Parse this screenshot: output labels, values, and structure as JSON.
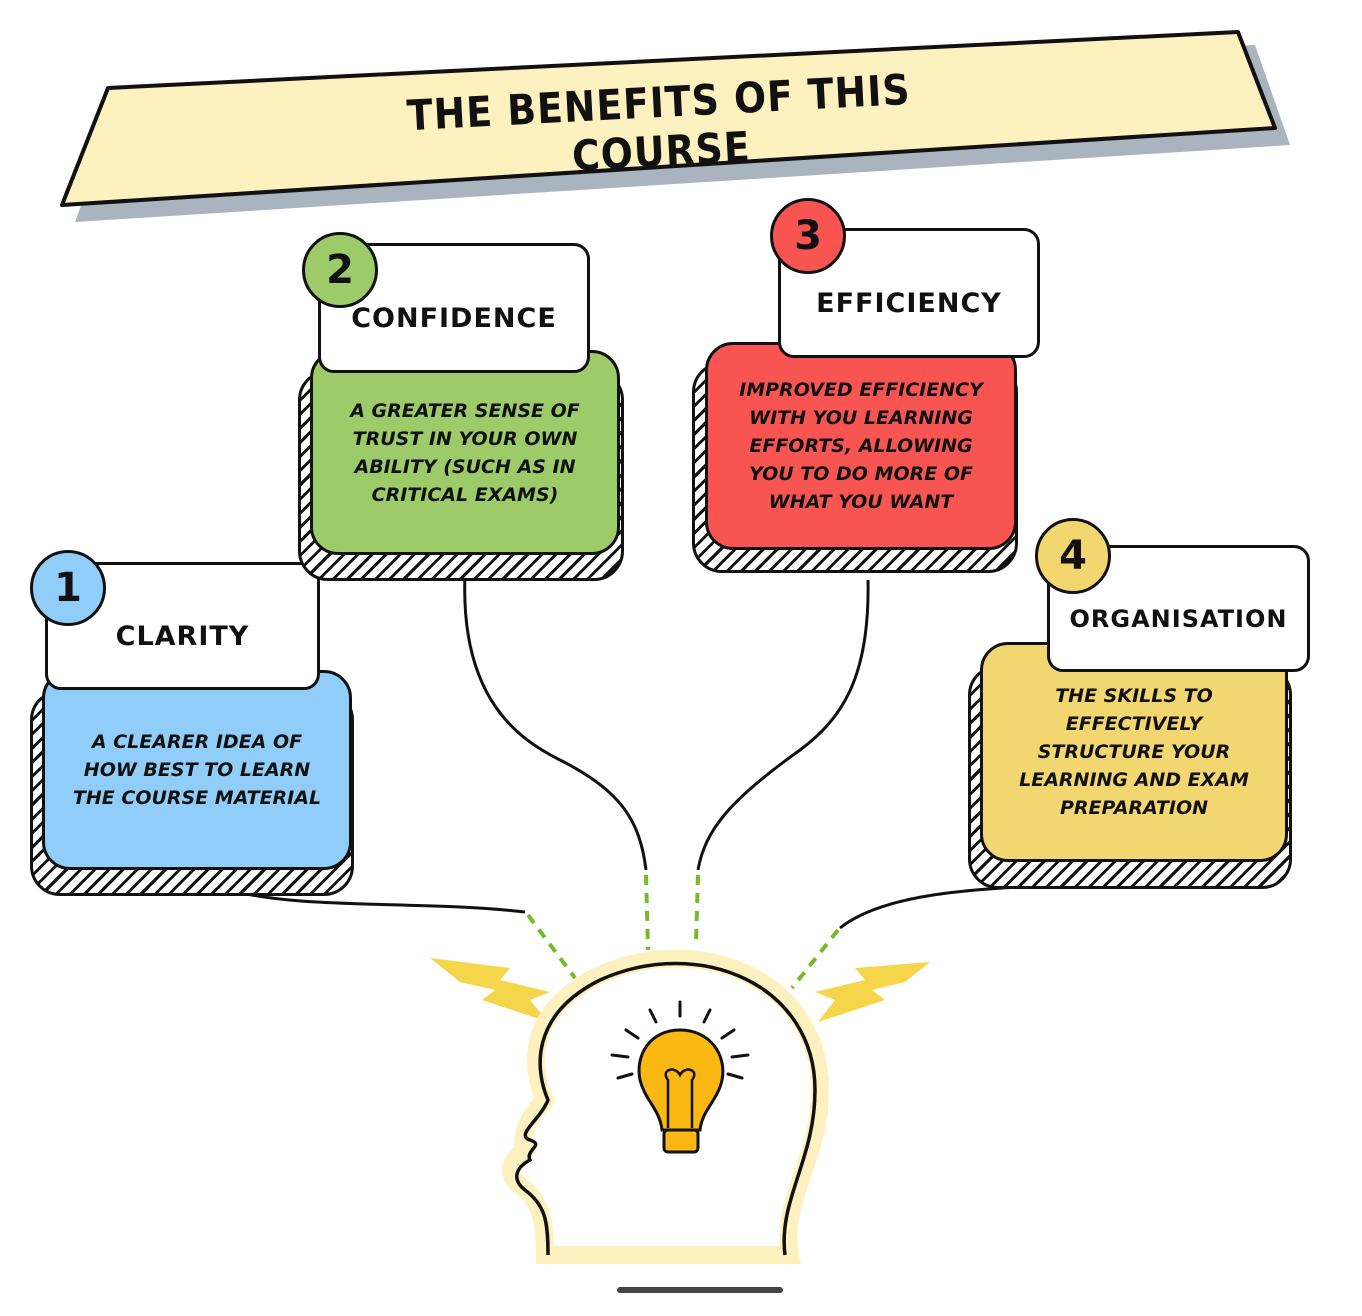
{
  "title": "The Benefits of This Course",
  "benefits": [
    {
      "number": "1",
      "heading": "Clarity",
      "description": "A clearer idea of how best to learn the course material",
      "color": "#90cdf8"
    },
    {
      "number": "2",
      "heading": "Confidence",
      "description": "A greater sense of trust in your own ability (such as in critical exams)",
      "color": "#9dcb6a"
    },
    {
      "number": "3",
      "heading": "Efficiency",
      "description": "Improved efficiency with you learning efforts, allowing you to do more of what you want",
      "color": "#f85552"
    },
    {
      "number": "4",
      "heading": "Organisation",
      "description": "The skills to effectively structure your learning and exam preparation",
      "color": "#f2d770"
    }
  ],
  "colors": {
    "banner": "#fdf1c0",
    "banner_shadow": "#a9b4bf",
    "bulb": "#fbb812",
    "dash": "#79b82a",
    "glow": "#fdf1c0"
  }
}
